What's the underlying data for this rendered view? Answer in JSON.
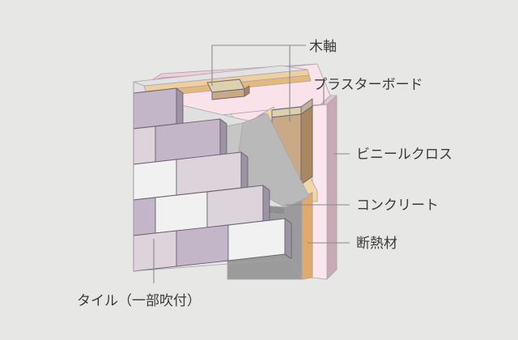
{
  "diagram": {
    "title": "wall-cross-section",
    "background_color": "#e7e7e5"
  },
  "labels": {
    "wood_frame": "木軸",
    "plasterboard": "プラスターボード",
    "vinyl_cloth": "ビニールクロス",
    "concrete": "コンクリート",
    "insulation": "断熱材",
    "tile": "タイル（一部吹付）"
  },
  "layers": [
    {
      "name": "木軸",
      "color": "#c9ab8c"
    },
    {
      "name": "プラスターボード",
      "color": "#f7dfe6"
    },
    {
      "name": "ビニールクロス",
      "color": "#c9aeba"
    },
    {
      "name": "コンクリート",
      "color": "#9b9b9b"
    },
    {
      "name": "断熱材",
      "color": "#e0b87e"
    },
    {
      "name": "タイル（一部吹付）",
      "color": "#c0b4c6"
    }
  ],
  "colors": {
    "background": "#e7e7e5",
    "concrete_face": "#9b9b9b",
    "concrete_top": "#e2e2e2",
    "concrete_bevel": "#b9b9b9",
    "insulation": "#e5b97e",
    "insulation_light": "#f3d6a6",
    "plasterboard": "#f9e2e9",
    "plasterboard_side": "#f2cdd9",
    "vinyl_cloth": "#c8aab6",
    "wood": "#c9a986",
    "wood_side": "#a88761",
    "wood_top": "#ddd0ae",
    "tile_a": "#c2b6c8",
    "tile_b": "#dcd4da",
    "tile_c": "#f2f1f2",
    "tile_side": "#9c94a2",
    "leader": "#8a8a8a",
    "text": "#3a3a3a",
    "outline": "#6a6472"
  },
  "tiles": {
    "rows": 5,
    "shades": [
      "tile_a",
      "tile_b",
      "tile_c"
    ],
    "note": "running-bond staircase pattern"
  }
}
